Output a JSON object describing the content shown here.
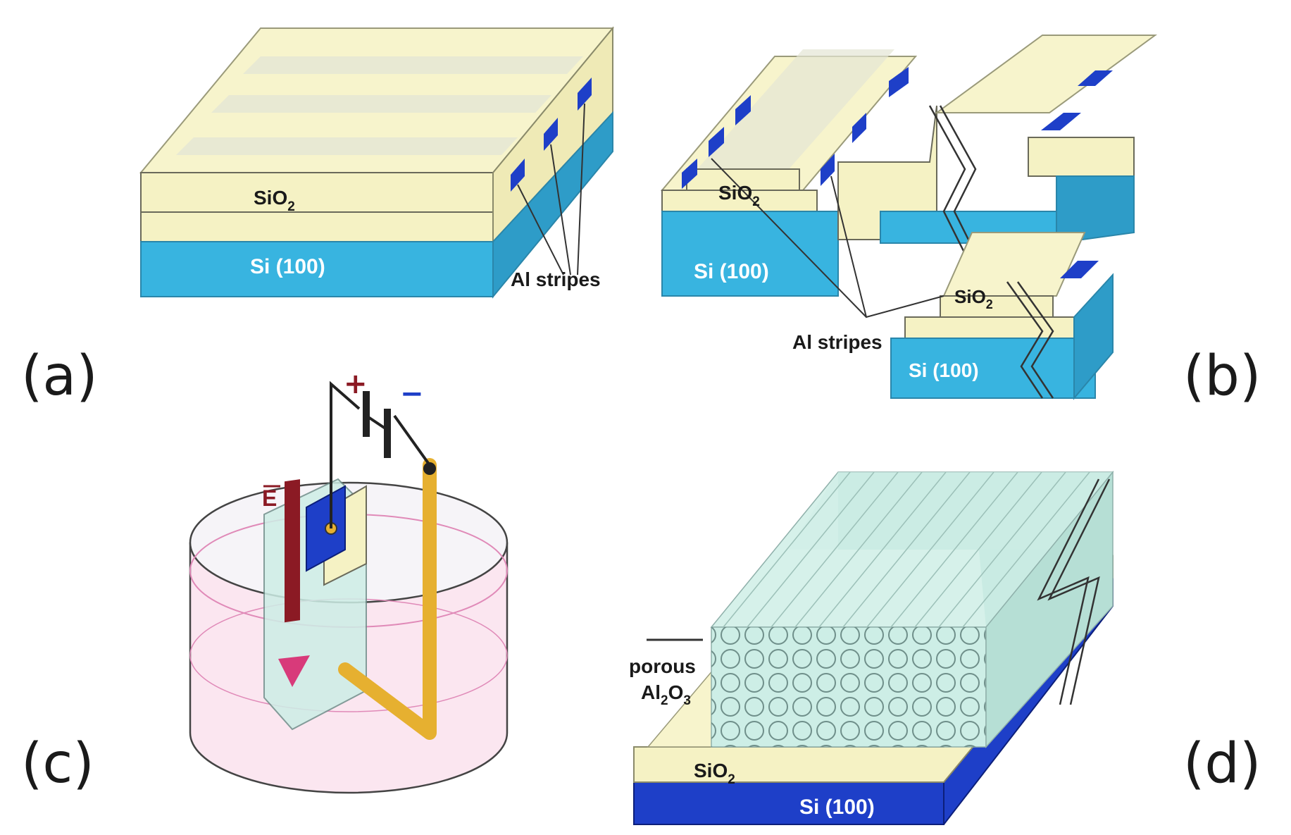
{
  "panels": {
    "a": {
      "letter": "(a)",
      "oxide_label": "SiO",
      "oxide_sub": "2",
      "substrate_label": "Si (100)",
      "stripes_label": "Al stripes"
    },
    "b": {
      "letter": "(b)",
      "oxide_label": "SiO",
      "oxide_sub": "2",
      "substrate_label": "Si (100)",
      "oxide_label_2": "SiO",
      "oxide_sub_2": "2",
      "substrate_label_2": "Si (100)",
      "stripes_label": "Al stripes"
    },
    "c": {
      "letter": "(c)",
      "plus": "+",
      "minus": "−",
      "field_label": "E"
    },
    "d": {
      "letter": "(d)",
      "porous_label_1": "porous",
      "porous_label_2": "Al",
      "porous_sub_a": "2",
      "porous_label_3": "O",
      "porous_sub_b": "3",
      "oxide_label": "SiO",
      "oxide_sub": "2",
      "substrate_label": "Si (100)"
    }
  },
  "colors": {
    "oxide": "#f5f2c4",
    "substrate": "#38b4e0",
    "stripe": "#1e3fc8",
    "alumina": "#cdeee6",
    "electrode": "#e6b030",
    "field_arrow": "#8b1a24"
  }
}
